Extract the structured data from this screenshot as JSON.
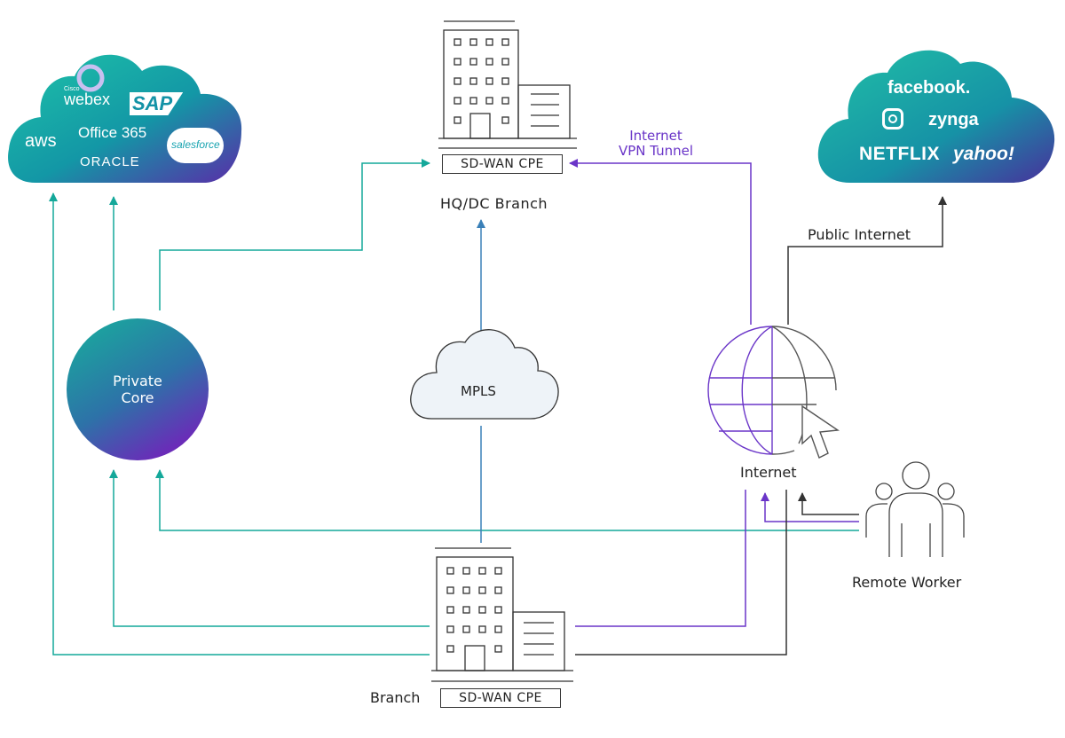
{
  "nodes": {
    "hq": {
      "cpe": "SD-WAN CPE",
      "label": "HQ/DC Branch"
    },
    "branch": {
      "cpe": "SD-WAN CPE",
      "label": "Branch"
    },
    "private_core": {
      "line1": "Private",
      "line2": "Core"
    },
    "mpls": {
      "label": "MPLS"
    },
    "internet": {
      "label": "Internet"
    },
    "remote_worker": {
      "label": "Remote Worker"
    }
  },
  "links": {
    "vpn_line1": "Internet",
    "vpn_line2": "VPN Tunnel",
    "public_internet": "Public Internet"
  },
  "saas_cloud": {
    "cisco": "Cisco",
    "webex": "webex",
    "sap": "SAP",
    "aws": "aws",
    "office365": "Office 365",
    "salesforce": "salesforce",
    "oracle": "ORACLE"
  },
  "consumer_cloud": {
    "facebook": "facebook.",
    "zynga": "zynga",
    "netflix": "NETFLIX",
    "yahoo": "yahoo!"
  },
  "colors": {
    "teal": "#14a89a",
    "purple": "#6a35c8",
    "dark": "#333333",
    "blue": "#3a80b8",
    "mpls_fill": "#eef3f8"
  }
}
